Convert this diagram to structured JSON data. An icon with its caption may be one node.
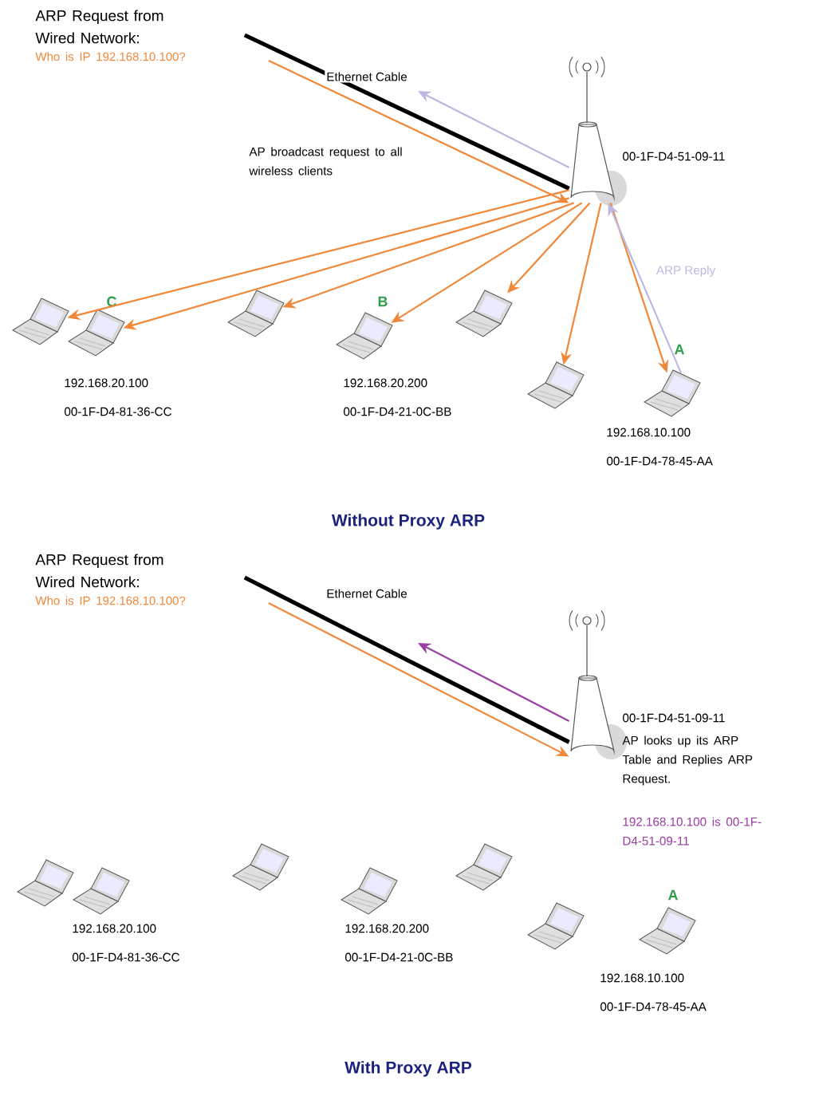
{
  "diagram": {
    "nodes": [
      {
        "text": [
          "ARP Request from Wired Network:",
          "Who is IP 192.168.10.100?"
        ]
      },
      {
        "text": [],
        "shape": "picture",
        "beside": [
          "00-1F-D4-51-09-11"
        ]
      },
      {
        "text": [],
        "shape": "picture"
      },
      {
        "text": [],
        "shape": "picture",
        "beside": [
          "C",
          "192.168.20.100",
          "00-1F-D4-81-36-CC"
        ]
      },
      {
        "text": [],
        "shape": "picture"
      },
      {
        "text": [],
        "shape": "picture",
        "beside": [
          "B",
          "192.168.20.200",
          "00-1F-D4-21-0C-BB"
        ]
      },
      {
        "text": [],
        "shape": "picture"
      },
      {
        "text": [],
        "shape": "picture"
      },
      {
        "text": [],
        "shape": "picture",
        "beside": [
          "A",
          "192.168.10.100",
          "00-1F-D4-78-45-AA"
        ]
      },
      {
        "text": [
          "ARP Request from Wired Network:",
          "Who is IP 192.168.10.100?"
        ]
      },
      {
        "text": [],
        "shape": "picture",
        "beside": [
          "00-1F-D4-51-09-11",
          "AP looks up its ARP Table and Replies ARP Request.",
          "192.168.10.100 is 00-1F-D4-51-09-11"
        ]
      },
      {
        "text": [],
        "shape": "picture"
      },
      {
        "text": [],
        "shape": "picture",
        "beside": [
          "192.168.20.100",
          "00-1F-D4-81-36-CC"
        ]
      },
      {
        "text": [],
        "shape": "picture"
      },
      {
        "text": [],
        "shape": "picture",
        "beside": [
          "192.168.20.200",
          "00-1F-D4-21-0C-BB"
        ]
      },
      {
        "text": [],
        "shape": "picture"
      },
      {
        "text": [],
        "shape": "picture"
      },
      {
        "text": [],
        "shape": "picture",
        "beside": [
          "A",
          "192.168.10.100",
          "00-1F-D4-78-45-AA"
        ]
      }
    ],
    "edges": [
      {
        "from": 0,
        "to": 1,
        "arrow": "none",
        "label": "Ethernet Cable",
        "style": "thick",
        "color": "#000000"
      },
      {
        "from": 0,
        "to": 1,
        "arrow": "to"
      },
      {
        "from": 1,
        "to": null,
        "arrow": "to",
        "color": "#bcb8e4"
      },
      {
        "from": 1,
        "to": 2,
        "arrow": "to"
      },
      {
        "from": 1,
        "to": 3,
        "arrow": "to"
      },
      {
        "from": 1,
        "to": 4,
        "arrow": "to"
      },
      {
        "from": 1,
        "to": 5,
        "arrow": "to"
      },
      {
        "from": 1,
        "to": 6,
        "arrow": "to"
      },
      {
        "from": 1,
        "to": 7,
        "arrow": "to"
      },
      {
        "from": 1,
        "to": 8,
        "arrow": "to"
      },
      {
        "from": 8,
        "to": 1,
        "arrow": "to",
        "label": "ARP Reply",
        "color": "#bcb8e4"
      },
      {
        "from": 9,
        "to": 10,
        "arrow": "none",
        "label": "Ethernet Cable",
        "style": "thick",
        "color": "#000000"
      },
      {
        "from": 9,
        "to": 10,
        "arrow": "to"
      },
      {
        "from": 10,
        "to": null,
        "arrow": "to",
        "color": "#9c3fa4"
      }
    ],
    "labels": [
      "AP broadcast request to all wireless clients",
      "Without Proxy ARP",
      "With Proxy ARP"
    ]
  }
}
